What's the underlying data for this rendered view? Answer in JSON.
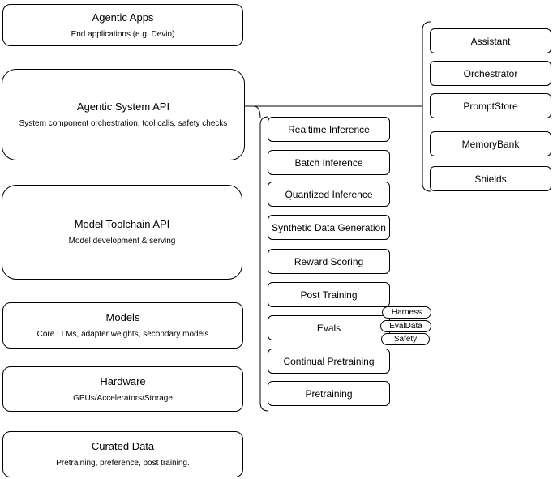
{
  "diagram": {
    "left_stack": [
      {
        "title": "Agentic Apps",
        "subtitle": "End applications (e.g. Devin)"
      },
      {
        "title": "Agentic System API",
        "subtitle": "System component orchestration, tool calls, safety checks"
      },
      {
        "title": "Model Toolchain API",
        "subtitle": "Model development & serving"
      },
      {
        "title": "Models",
        "subtitle": "Core LLMs, adapter weights, secondary models"
      },
      {
        "title": "Hardware",
        "subtitle": "GPUs/Accelerators/Storage"
      },
      {
        "title": "Curated Data",
        "subtitle": "Pretraining, preference, post training."
      }
    ],
    "middle_stack": [
      "Realtime Inference",
      "Batch Inference",
      "Quantized Inference",
      "Synthetic Data Generation",
      "Reward Scoring",
      "Post Training",
      "Evals",
      "Continual Pretraining",
      "Pretraining"
    ],
    "evals_tags": [
      "Harness",
      "EvalData",
      "Safety"
    ],
    "right_stack": [
      "Assistant",
      "Orchestrator",
      "PromptStore",
      "MemoryBank",
      "Shields"
    ],
    "line_color": "#000000"
  }
}
